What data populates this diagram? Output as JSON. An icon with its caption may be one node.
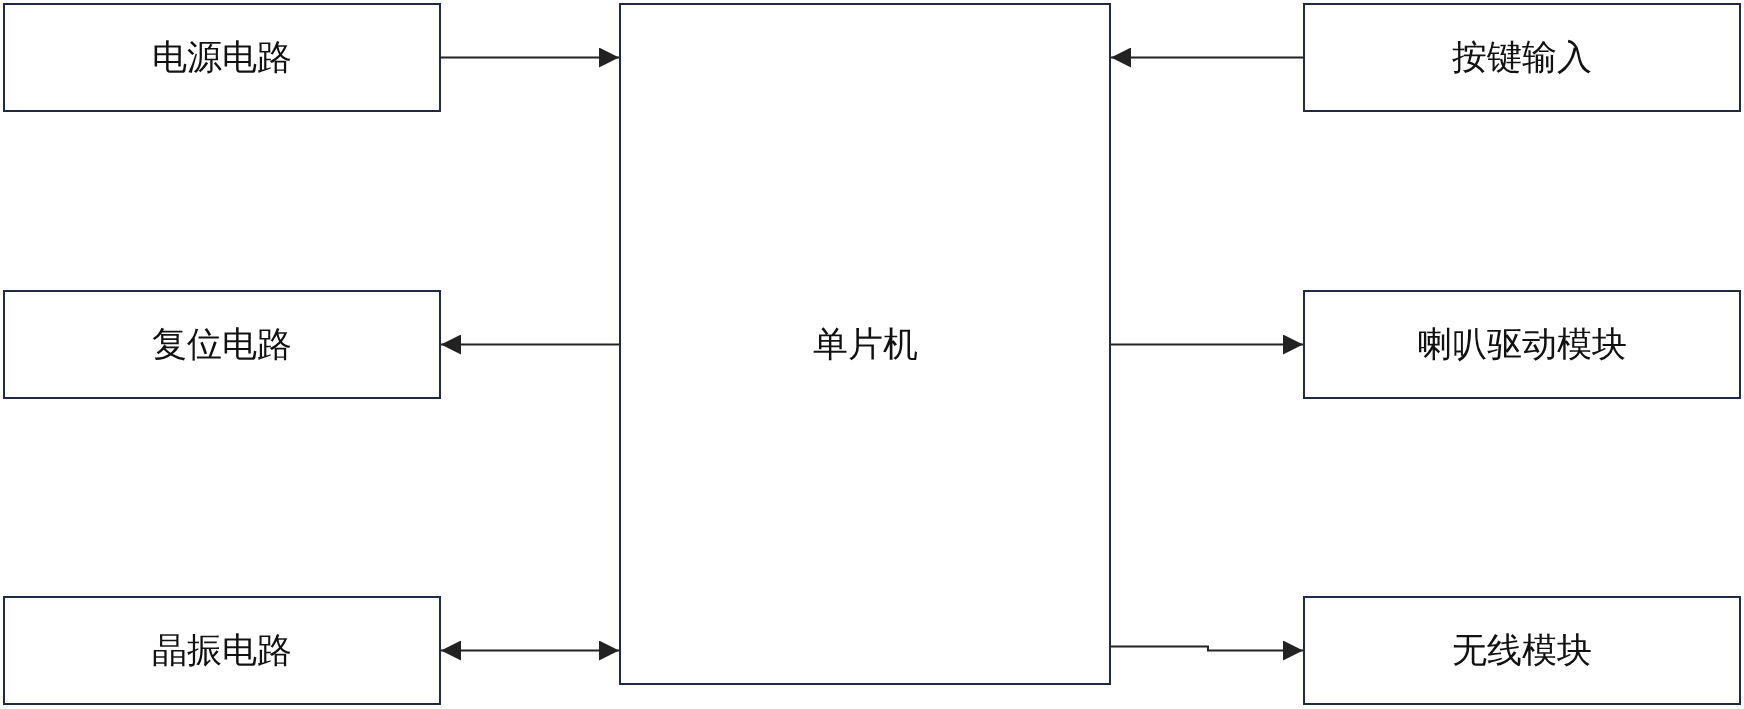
{
  "diagram": {
    "nodes": [
      {
        "text": [
          "电源电路"
        ]
      },
      {
        "text": [
          "单片机"
        ]
      },
      {
        "text": [
          "按键输入"
        ]
      },
      {
        "text": [
          "复位电路"
        ]
      },
      {
        "text": [
          "喇叭驱动模块"
        ]
      },
      {
        "text": [
          "晶振电路"
        ]
      },
      {
        "text": [
          "无线模块"
        ]
      }
    ],
    "edges": [
      {
        "from": 0,
        "to": 1,
        "arrow": "to"
      },
      {
        "from": 2,
        "to": 1,
        "arrow": "to"
      },
      {
        "from": 1,
        "to": 3,
        "arrow": "to"
      },
      {
        "from": 1,
        "to": 4,
        "arrow": "to"
      },
      {
        "from": 5,
        "to": 1,
        "arrow": "both"
      },
      {
        "from": 1,
        "to": 6,
        "arrow": "to"
      }
    ]
  }
}
